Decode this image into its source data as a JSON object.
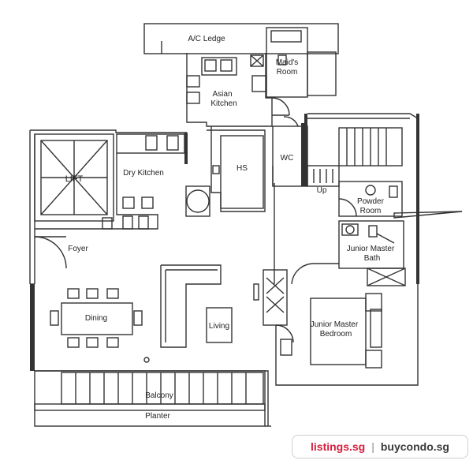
{
  "rooms": {
    "ac_ledge": "A/C Ledge",
    "maids_room_1": "Maid's",
    "maids_room_2": "Room",
    "asian_kitchen_1": "Asian",
    "asian_kitchen_2": "Kitchen",
    "lift": "LIFT",
    "dry_kitchen": "Dry Kitchen",
    "hs": "HS",
    "wc": "WC",
    "up": "Up",
    "powder_room_1": "Powder",
    "powder_room_2": "Room",
    "foyer": "Foyer",
    "junior_master_bath_1": "Junior Master",
    "junior_master_bath_2": "Bath",
    "dining": "Dining",
    "living": "Living",
    "junior_master_bedroom_1": "Junior Master",
    "junior_master_bedroom_2": "Bedroom",
    "balcony": "Balcony",
    "planter": "Planter"
  },
  "watermark": {
    "left": "listings.sg",
    "separator": "|",
    "right": "buycondo.sg",
    "left_color": "#d81e3c",
    "right_color": "#3a3a3a"
  },
  "line_color": "#333333"
}
